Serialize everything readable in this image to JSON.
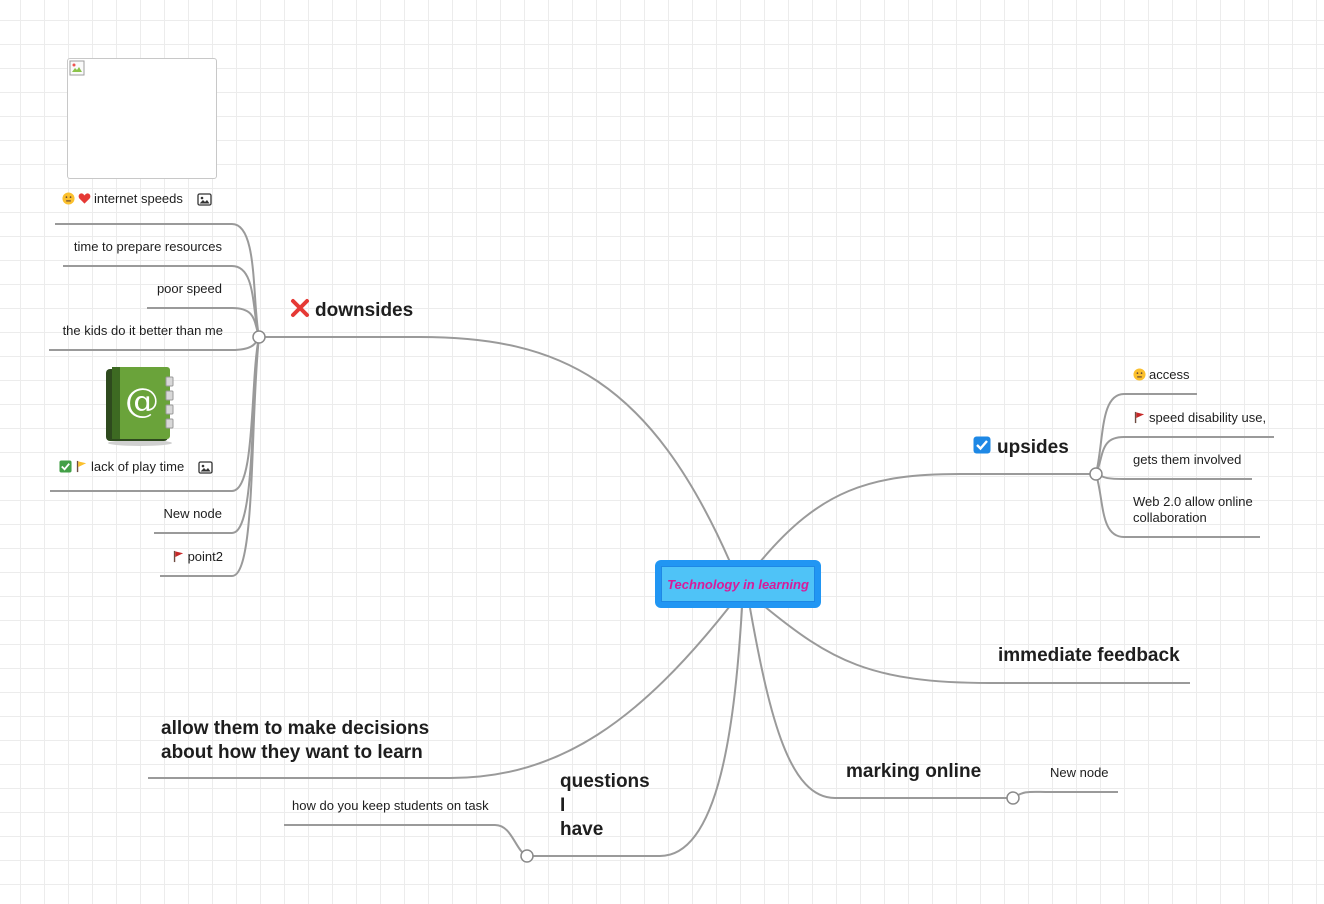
{
  "central": {
    "title": "Technology in learning"
  },
  "downsides": {
    "label": "downsides",
    "icon": "red-cross-icon",
    "children": {
      "internet_speeds": "internet speeds",
      "time_to_prepare": "time to prepare resources",
      "poor_speed": "poor speed",
      "kids_better": "the kids do it better than me",
      "lack_of_play": "lack of play time",
      "new_node": "New node",
      "point2": "point2"
    }
  },
  "upsides": {
    "label": "upsides",
    "icon": "blue-checkbox-icon",
    "children": {
      "access": "access",
      "speed_disability": "speed disability use,",
      "gets_involved": "gets them involved",
      "web20_line1": "Web 2.0 allow online",
      "web20_line2": "collaboration"
    }
  },
  "immediate_feedback": {
    "label": "immediate feedback"
  },
  "marking_online": {
    "label": "marking online",
    "child": "New node"
  },
  "allow_decisions": {
    "line1": "allow them to make decisions",
    "line2": "about how they want to learn"
  },
  "questions": {
    "line1": "questions",
    "line2": "I",
    "line3": "have",
    "child": "how do you keep students on task"
  },
  "colors": {
    "link": "#9a9a9a",
    "central_outer": "#2196f3",
    "central_inner": "#4fc3f7",
    "central_text": "#d81b9a"
  }
}
